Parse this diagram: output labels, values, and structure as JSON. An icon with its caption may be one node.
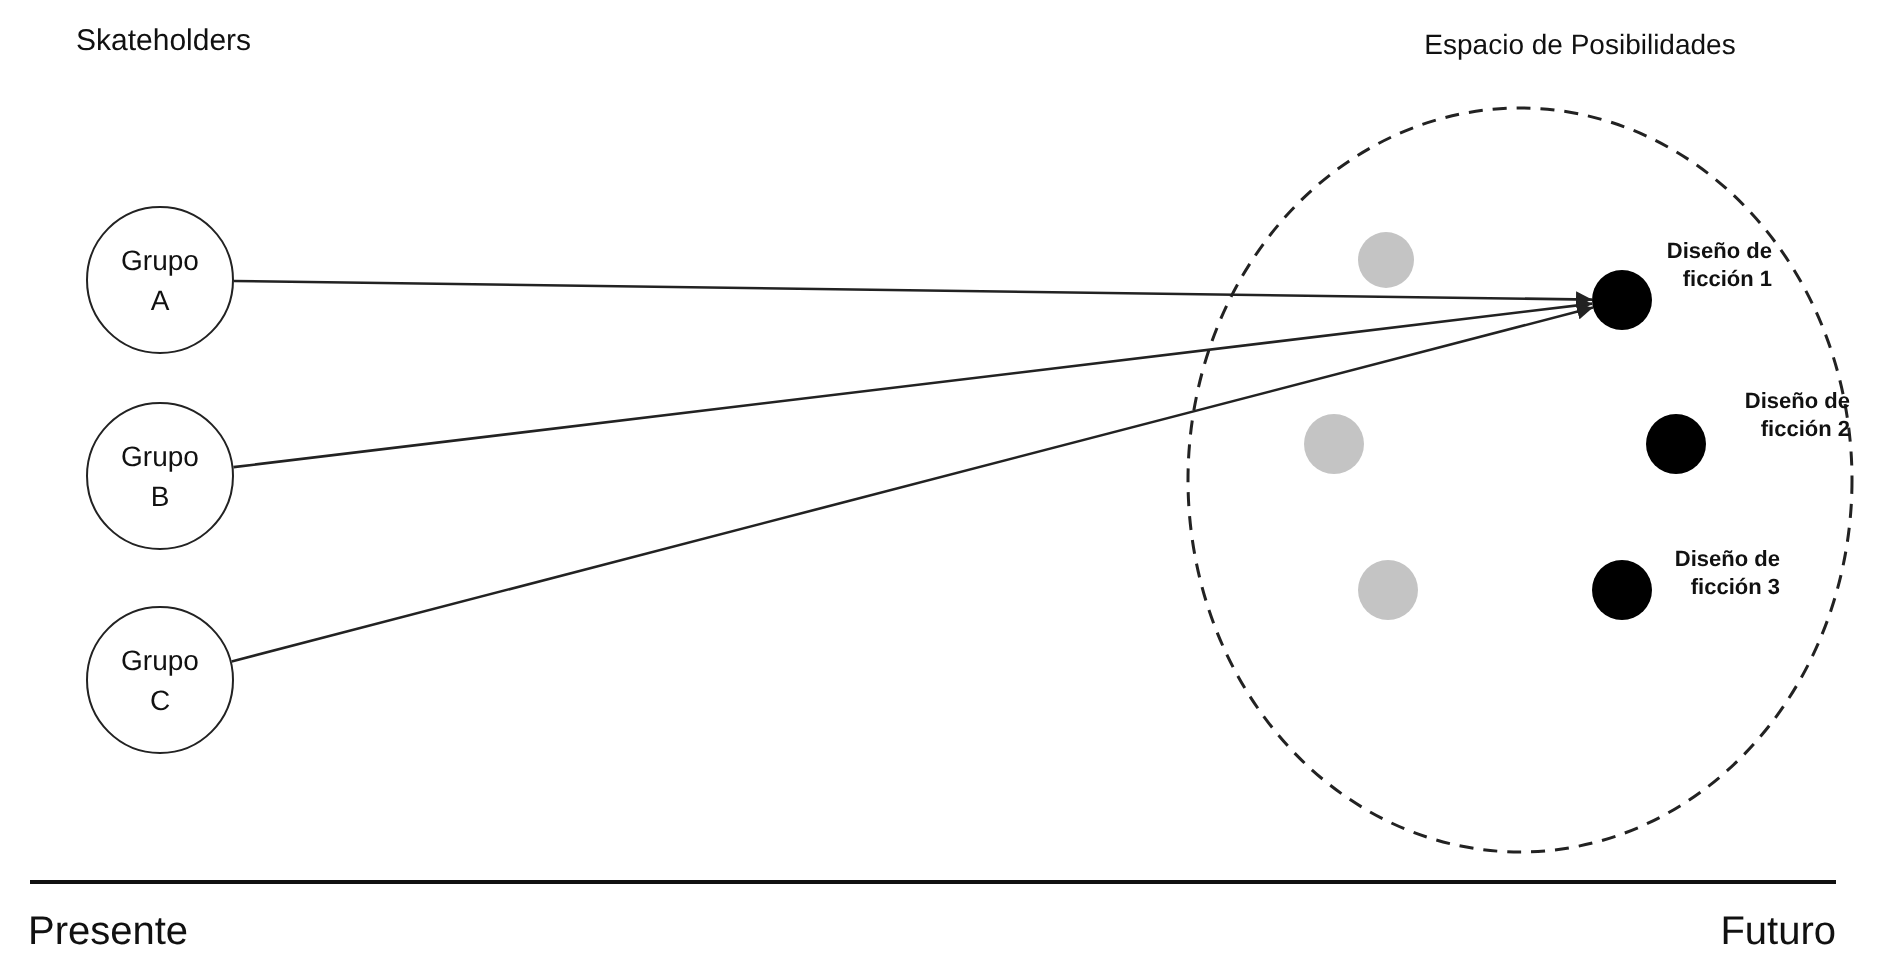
{
  "diagram": {
    "nodes": [
      {
        "text": [
          "Grupo A"
        ]
      },
      {
        "text": [
          "Grupo B"
        ]
      },
      {
        "text": [
          "Grupo C"
        ]
      },
      {
        "text": [
          "Espacio de Posibilidades"
        ]
      },
      {
        "text": [],
        "shape": "circle",
        "in": 3
      },
      {
        "text": [],
        "shape": "circle",
        "in": 3,
        "beside": [
          "Diseño de ficción 1"
        ]
      },
      {
        "text": [],
        "shape": "circle",
        "in": 3
      },
      {
        "text": [],
        "shape": "circle",
        "in": 3,
        "beside": [
          "Diseño de ficción 2"
        ]
      },
      {
        "text": [],
        "shape": "circle",
        "in": 3
      },
      {
        "text": [],
        "shape": "circle",
        "in": 3,
        "beside": [
          "Diseño de ficción 3"
        ]
      }
    ],
    "edges": [
      {
        "from": 0,
        "to": 5,
        "arrow": "to"
      },
      {
        "from": 1,
        "to": 5,
        "arrow": "to"
      },
      {
        "from": 2,
        "to": 5,
        "arrow": "to"
      }
    ],
    "labels": [
      "Skateholders",
      "Presente",
      "Futuro"
    ]
  }
}
